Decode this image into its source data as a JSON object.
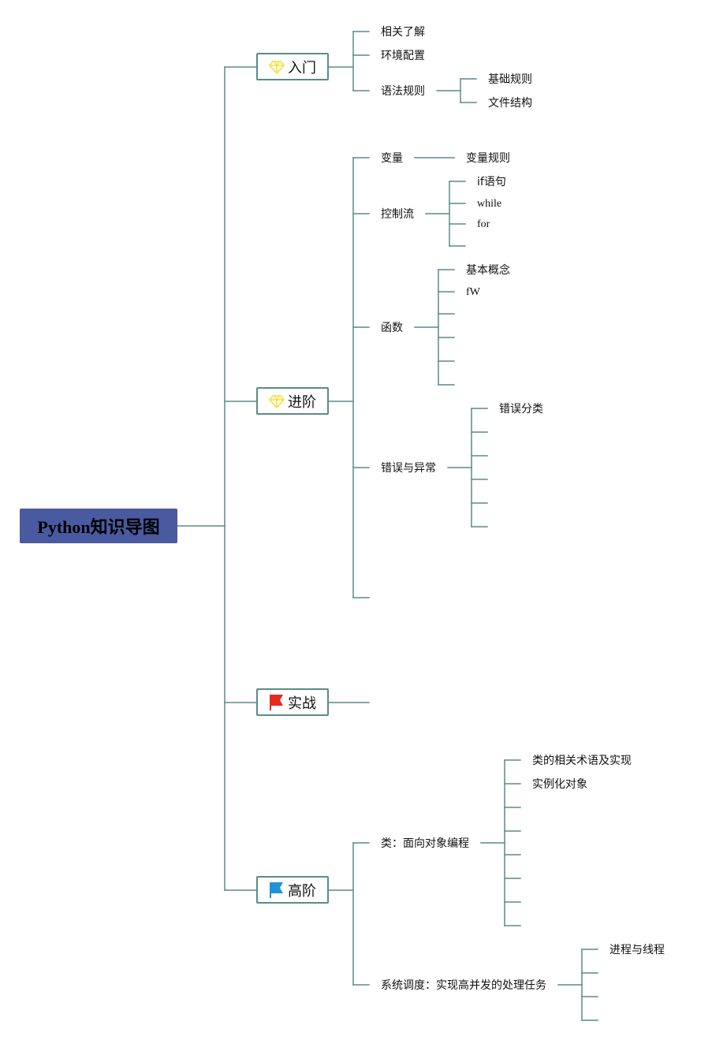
{
  "root": {
    "label": "Python知识导图",
    "color": "#4a5aa0"
  },
  "line_color": "#5a8c85",
  "topics": [
    {
      "id": "rumen",
      "label": "入门",
      "icon": "diamond-icon",
      "icon_color": "#f2e23c",
      "children": [
        {
          "label": "相关了解"
        },
        {
          "label": "环境配置"
        },
        {
          "label": "语法规则",
          "children": [
            {
              "label": "基础规则"
            },
            {
              "label": "文件结构"
            }
          ]
        }
      ]
    },
    {
      "id": "jinjie",
      "label": "进阶",
      "icon": "diamond-icon",
      "icon_color": "#f2e23c",
      "children": [
        {
          "label": "变量",
          "children": [
            {
              "label": "变量规则"
            }
          ]
        },
        {
          "label": "控制流",
          "children": [
            {
              "label": "if语句"
            },
            {
              "label": "while"
            },
            {
              "label": "for"
            },
            {
              "label": ""
            }
          ]
        },
        {
          "label": "函数",
          "children": [
            {
              "label": "基本概念"
            },
            {
              "label": "fW"
            },
            {
              "label": ""
            },
            {
              "label": ""
            },
            {
              "label": ""
            },
            {
              "label": ""
            }
          ]
        },
        {
          "label": "错误与异常",
          "children": [
            {
              "label": "错误分类"
            },
            {
              "label": ""
            },
            {
              "label": ""
            },
            {
              "label": ""
            },
            {
              "label": ""
            },
            {
              "label": ""
            }
          ]
        },
        {
          "label": ""
        }
      ]
    },
    {
      "id": "shizhan",
      "label": "实战",
      "icon": "red-flag-icon",
      "icon_color": "#e8291c",
      "children": [
        {
          "label": ""
        }
      ]
    },
    {
      "id": "gaojie",
      "label": "高阶",
      "icon": "blue-flag-icon",
      "icon_color": "#1e93d6",
      "children": [
        {
          "label": "类：面向对象编程",
          "children": [
            {
              "label": "类的相关术语及实现"
            },
            {
              "label": "实例化对象"
            },
            {
              "label": ""
            },
            {
              "label": ""
            },
            {
              "label": ""
            },
            {
              "label": ""
            },
            {
              "label": ""
            },
            {
              "label": ""
            }
          ]
        },
        {
          "label": "系统调度：实现高并发的处理任务",
          "children": [
            {
              "label": "进程与线程"
            },
            {
              "label": ""
            },
            {
              "label": ""
            },
            {
              "label": ""
            }
          ]
        }
      ]
    }
  ]
}
